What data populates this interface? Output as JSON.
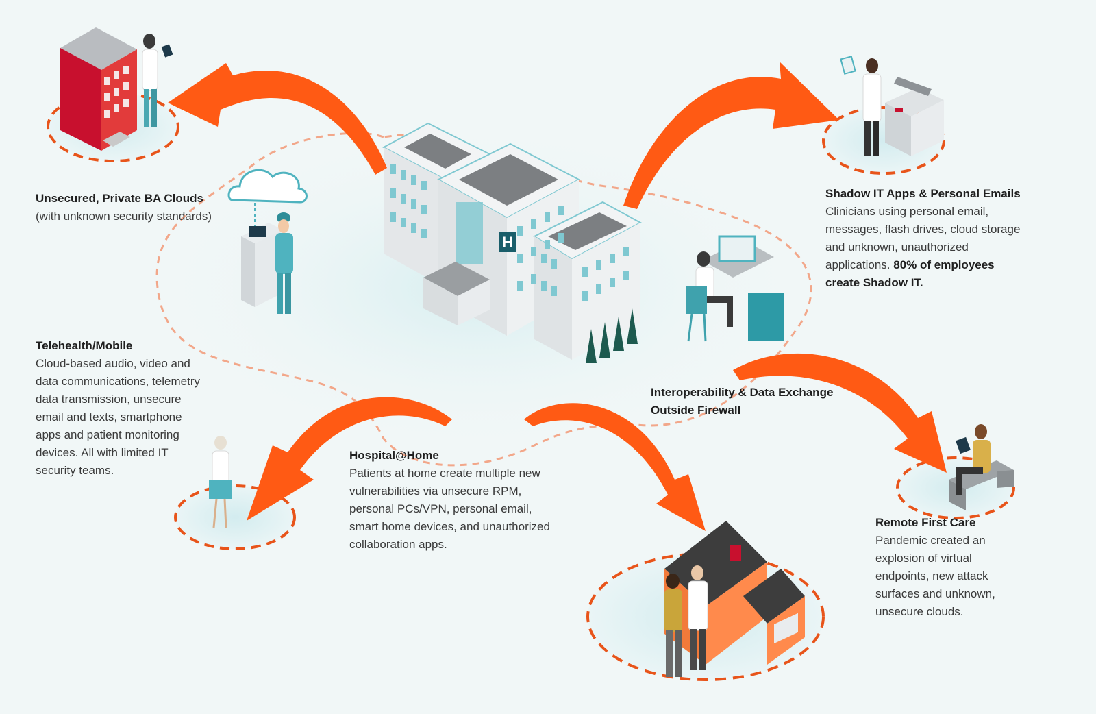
{
  "colors": {
    "accent": "#ff5a14",
    "dash": "#e8541a",
    "teal": "#4fb3bf",
    "background": "#f1f7f7",
    "brick": "#c8102e"
  },
  "icons": [
    "building-icon",
    "cloud-icon",
    "hospital-icon",
    "house-icon",
    "printer-icon",
    "desk-icon",
    "bench-icon"
  ],
  "hospital_sign": "H",
  "labels": {
    "ba_clouds": {
      "title": "Unsecured, Private BA Clouds",
      "body": "(with unknown security standards)"
    },
    "telehealth": {
      "title": "Telehealth/Mobile",
      "lines": [
        "Cloud-based audio, video and",
        "data communications, telemetry",
        "data transmission, unsecure",
        "email and texts, smartphone",
        "apps and patient monitoring",
        "devices. All with limited IT",
        "security teams."
      ]
    },
    "hospital_home": {
      "title": "Hospital@Home",
      "lines": [
        "Patients at home create multiple new",
        "vulnerabilities via unsecure RPM,",
        "personal PCs/VPN, personal email,",
        "smart home devices, and unauthorized",
        "collaboration apps."
      ]
    },
    "shadow_it": {
      "title": "Shadow IT Apps & Personal Emails",
      "lines": [
        "Clinicians using personal email,",
        "messages, flash drives, cloud storage",
        "and unknown, unauthorized"
      ],
      "last_line_plain": "applications. ",
      "last_line_bold": "80% of employees",
      "final_bold": "create Shadow IT."
    },
    "interop": {
      "title_line1": "Interoperability & Data Exchange",
      "title_line2": "Outside Firewall"
    },
    "remote": {
      "title": "Remote First Care",
      "lines": [
        "Pandemic created an",
        "explosion of virtual",
        "endpoints, new attack",
        "surfaces and unknown,",
        "unsecure clouds."
      ]
    }
  }
}
